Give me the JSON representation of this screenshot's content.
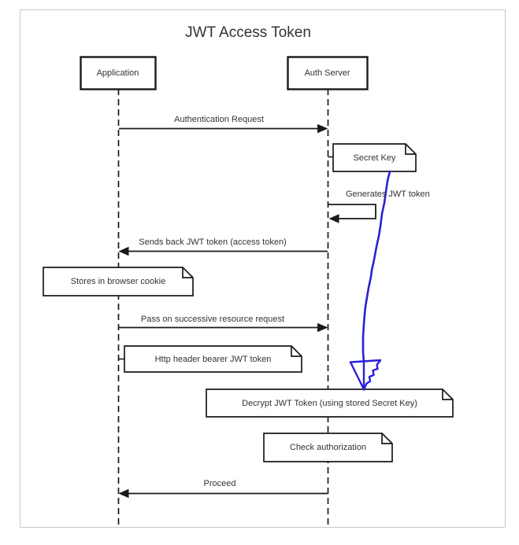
{
  "diagram": {
    "title": "JWT Access Token",
    "actors": {
      "application": "Application",
      "auth_server": "Auth Server"
    },
    "messages": {
      "auth_request": "Authentication Request",
      "generates_token": "Generates JWT token",
      "sends_back_token": "Sends back JWT token (access token)",
      "pass_on_request": "Pass on successive resource request",
      "proceed": "Proceed"
    },
    "notes": {
      "secret_key": "Secret Key",
      "stores_cookie": "Stores in browser cookie",
      "http_header": "Http header bearer JWT token",
      "decrypt_token": "Decrypt JWT Token (using stored Secret Key)",
      "check_auth": "Check authorization"
    }
  },
  "colors": {
    "line": "#1a1a1a",
    "text": "#333333",
    "annotation_blue": "#2a20d9",
    "canvas_border": "#c8c8c8",
    "note_fill": "#ffffff"
  }
}
